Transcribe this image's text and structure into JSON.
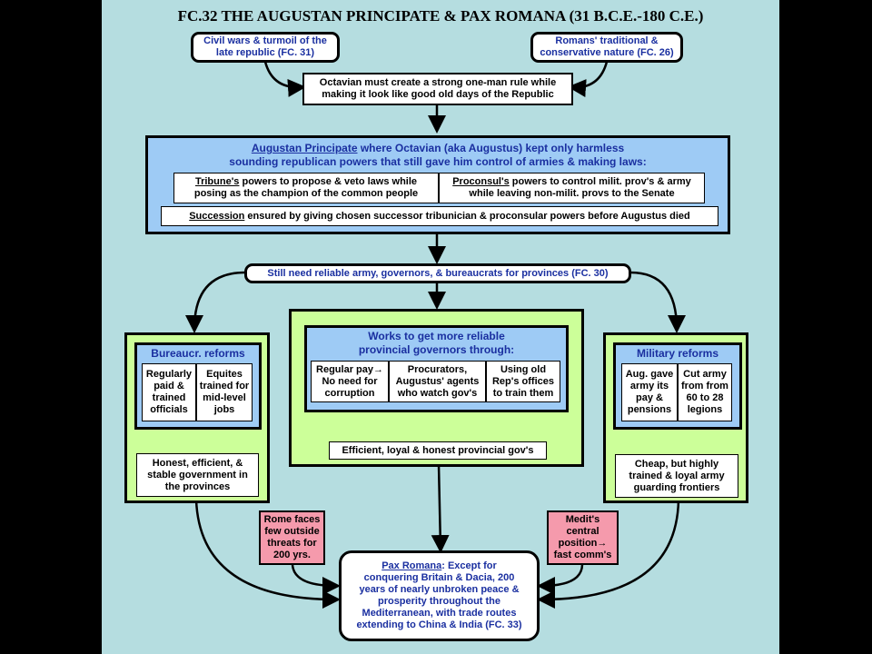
{
  "title": "FC.32 THE AUGUSTAN PRINCIPATE & PAX ROMANA (31 B.C.E.-180 C.E.)",
  "top_left": {
    "line1": "Civil wars & turmoil of the",
    "line2": "late republic (FC. 31)"
  },
  "top_right": {
    "line1": "Romans' traditional &",
    "line2": "conservative nature (FC. 26)"
  },
  "octavian": {
    "line1": "Octavian must create a strong one-man rule while",
    "line2": "making it look like good old days of the Republic"
  },
  "principate": {
    "head_link": "Augustan Principate",
    "head_rest": " where Octavian (aka Augustus) kept only harmless",
    "head_line2": "sounding republican powers that still gave him control of armies & making laws:",
    "tribune_u": "Tribune's",
    "tribune_rest": " powers to propose & veto laws while",
    "tribune_line2": "posing as the champion of the common people",
    "proconsul_u": "Proconsul's",
    "proconsul_rest": " powers to control milit. prov's & army",
    "proconsul_line2": "while leaving non-milit. provs to the Senate",
    "succession_u": "Succession",
    "succession_rest": " ensured by giving chosen successor tribunician & proconsular powers before Augustus died"
  },
  "still_need": "Still need reliable army, governors, & bureaucrats for provinces (FC. 30)",
  "bureau": {
    "title": "Bureaucr. reforms",
    "left": [
      "Regularly",
      "paid &",
      "trained",
      "officials"
    ],
    "right": [
      "Equites",
      "trained for",
      "mid-level",
      "jobs"
    ],
    "result": [
      "Honest, efficient, &",
      "stable government in",
      "the provinces"
    ]
  },
  "governors": {
    "title": [
      "Works to get more reliable",
      "provincial governors through:"
    ],
    "col1": [
      "Regular pay→",
      "No need for",
      "corruption"
    ],
    "col2": [
      "Procurators,",
      "Augustus' agents",
      "who watch gov's"
    ],
    "col3": [
      "Using old",
      "Rep's offices",
      "to train them"
    ],
    "result": "Efficient, loyal & honest provincial gov's"
  },
  "military": {
    "title": "Military reforms",
    "left": [
      "Aug. gave",
      "army its",
      "pay &",
      "pensions"
    ],
    "right": [
      "Cut army",
      "from from",
      "60 to 28",
      "legions"
    ],
    "result": [
      "Cheap, but highly",
      "trained & loyal army",
      "guarding frontiers"
    ]
  },
  "threats": [
    "Rome faces",
    "few outside",
    "threats for",
    "200 yrs."
  ],
  "medit": [
    "Medit's",
    "central",
    "position→",
    "fast comm's"
  ],
  "pax": {
    "link": "Pax Romana",
    "line1_rest": ": Except for",
    "lines": [
      "conquering Britain & Dacia, 200",
      "years of nearly unbroken peace &",
      "prosperity throughout the",
      "Mediterranean, with trade routes",
      "extending to China & India (FC. 33)"
    ]
  },
  "colors": {
    "canvas": "#b5dde0",
    "panel_blue": "#9ecbf5",
    "panel_green": "#ccff99",
    "pink": "#f59aac",
    "text_blue": "#1a2fa0"
  }
}
